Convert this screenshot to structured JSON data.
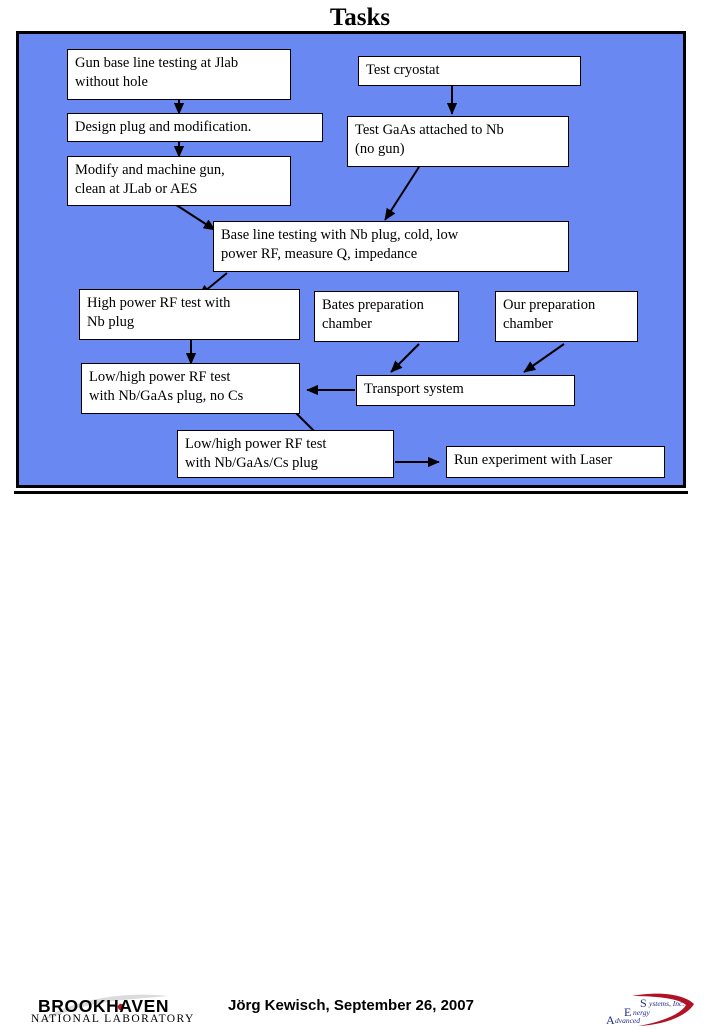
{
  "slide": {
    "title": "Tasks",
    "panel_background": "#6a88f2",
    "box_background": "#ffffff",
    "border_color": "#000000"
  },
  "boxes": [
    {
      "id": "gun-base-line-testing",
      "label": "Gun base line testing at Jlab without hole"
    },
    {
      "id": "design-plug",
      "label": "Design plug and modification."
    },
    {
      "id": "modify-machine-gun",
      "label": "Modify and machine gun, clean at JLab or AES"
    },
    {
      "id": "test-cryostat",
      "label": "Test cryostat"
    },
    {
      "id": "test-gaas-nb",
      "label": "Test GaAs attached to Nb (no gun)"
    },
    {
      "id": "base-line-testing-nb",
      "label": "Base line testing with Nb plug, cold, low power RF, measure Q, impedance"
    },
    {
      "id": "high-power-rf-nb",
      "label": "High power RF test with Nb plug"
    },
    {
      "id": "bates-prep-chamber",
      "label": "Bates preparation chamber"
    },
    {
      "id": "our-prep-chamber",
      "label": "Our preparation chamber"
    },
    {
      "id": "low-high-rf-no-cs",
      "label": "Low/high power RF test with Nb/GaAs plug, no Cs"
    },
    {
      "id": "transport-system",
      "label": "Transport system"
    },
    {
      "id": "low-high-rf-cs",
      "label": "Low/high power RF test with Nb/GaAs/Cs plug"
    },
    {
      "id": "run-experiment-laser",
      "label": "Run experiment with Laser"
    }
  ],
  "box_lines": {
    "gun-base-line-testing": [
      "Gun base line testing at Jlab",
      "without hole"
    ],
    "design-plug": [
      "Design plug and modification."
    ],
    "modify-machine-gun": [
      "Modify and machine gun,",
      "clean at JLab or AES"
    ],
    "test-cryostat": [
      "Test cryostat"
    ],
    "test-gaas-nb": [
      "Test GaAs attached to Nb",
      "(no gun)"
    ],
    "base-line-testing-nb": [
      "Base line testing with Nb plug, cold, low",
      "power RF, measure Q, impedance"
    ],
    "high-power-rf-nb": [
      "High power RF test with",
      "Nb plug"
    ],
    "bates-prep-chamber": [
      "Bates preparation",
      "chamber"
    ],
    "our-prep-chamber": [
      "Our preparation",
      "chamber"
    ],
    "low-high-rf-no-cs": [
      "Low/high power RF test",
      "with Nb/GaAs plug, no Cs"
    ],
    "transport-system": [
      "Transport system"
    ],
    "low-high-rf-cs": [
      "Low/high power RF test",
      "with Nb/GaAs/Cs plug"
    ],
    "run-experiment-laser": [
      "Run experiment with Laser"
    ]
  },
  "connections": [
    {
      "from": "gun-base-line-testing",
      "to": "design-plug",
      "style": "vertical"
    },
    {
      "from": "design-plug",
      "to": "modify-machine-gun",
      "style": "vertical"
    },
    {
      "from": "modify-machine-gun",
      "to": "base-line-testing-nb",
      "style": "diagonal"
    },
    {
      "from": "test-cryostat",
      "to": "test-gaas-nb",
      "style": "vertical"
    },
    {
      "from": "test-gaas-nb",
      "to": "base-line-testing-nb",
      "style": "diagonal"
    },
    {
      "from": "base-line-testing-nb",
      "to": "high-power-rf-nb",
      "style": "diagonal"
    },
    {
      "from": "high-power-rf-nb",
      "to": "low-high-rf-no-cs",
      "style": "vertical"
    },
    {
      "from": "bates-prep-chamber",
      "to": "transport-system",
      "style": "diagonal"
    },
    {
      "from": "our-prep-chamber",
      "to": "transport-system",
      "style": "diagonal"
    },
    {
      "from": "transport-system",
      "to": "low-high-rf-no-cs",
      "style": "horizontal"
    },
    {
      "from": "low-high-rf-no-cs",
      "to": "low-high-rf-cs",
      "style": "diagonal-noarrow"
    },
    {
      "from": "low-high-rf-cs",
      "to": "run-experiment-laser",
      "style": "horizontal"
    }
  ],
  "footer": {
    "caption": "Jörg Kewisch, September 26, 2007",
    "bnl_logo": {
      "wordmark": "BROOKHAVEN",
      "subtitle": "NATIONAL LABORATORY"
    },
    "aes_logo": {
      "line1_cap": "S",
      "line1_rest": "ystems, Inc.",
      "line2_cap": "E",
      "line2_rest": "nergy",
      "line3_cap": "A",
      "line3_rest": "dvanced",
      "swoosh_color": "#b11226",
      "text_color": "#1f2a8c"
    }
  }
}
